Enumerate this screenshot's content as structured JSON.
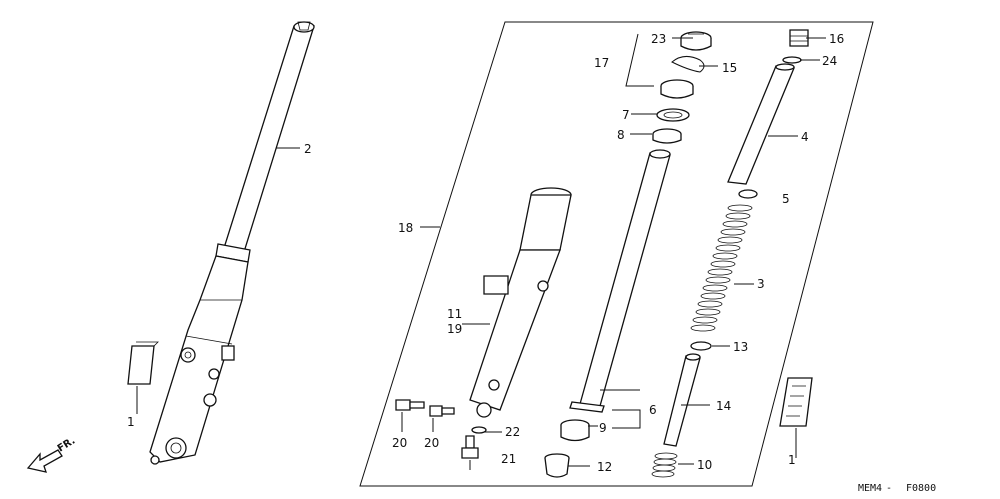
{
  "diagram": {
    "callouts": [
      "1",
      "2",
      "1",
      "3",
      "4",
      "5",
      "6",
      "7",
      "8",
      "9",
      "10",
      "11",
      "12",
      "13",
      "14",
      "15",
      "16",
      "17",
      "18",
      "19",
      "20",
      "20",
      "21",
      "22",
      "23",
      "24"
    ],
    "direction_marker": "FR.",
    "footer_codes": [
      "MEM4",
      "F0800"
    ]
  }
}
